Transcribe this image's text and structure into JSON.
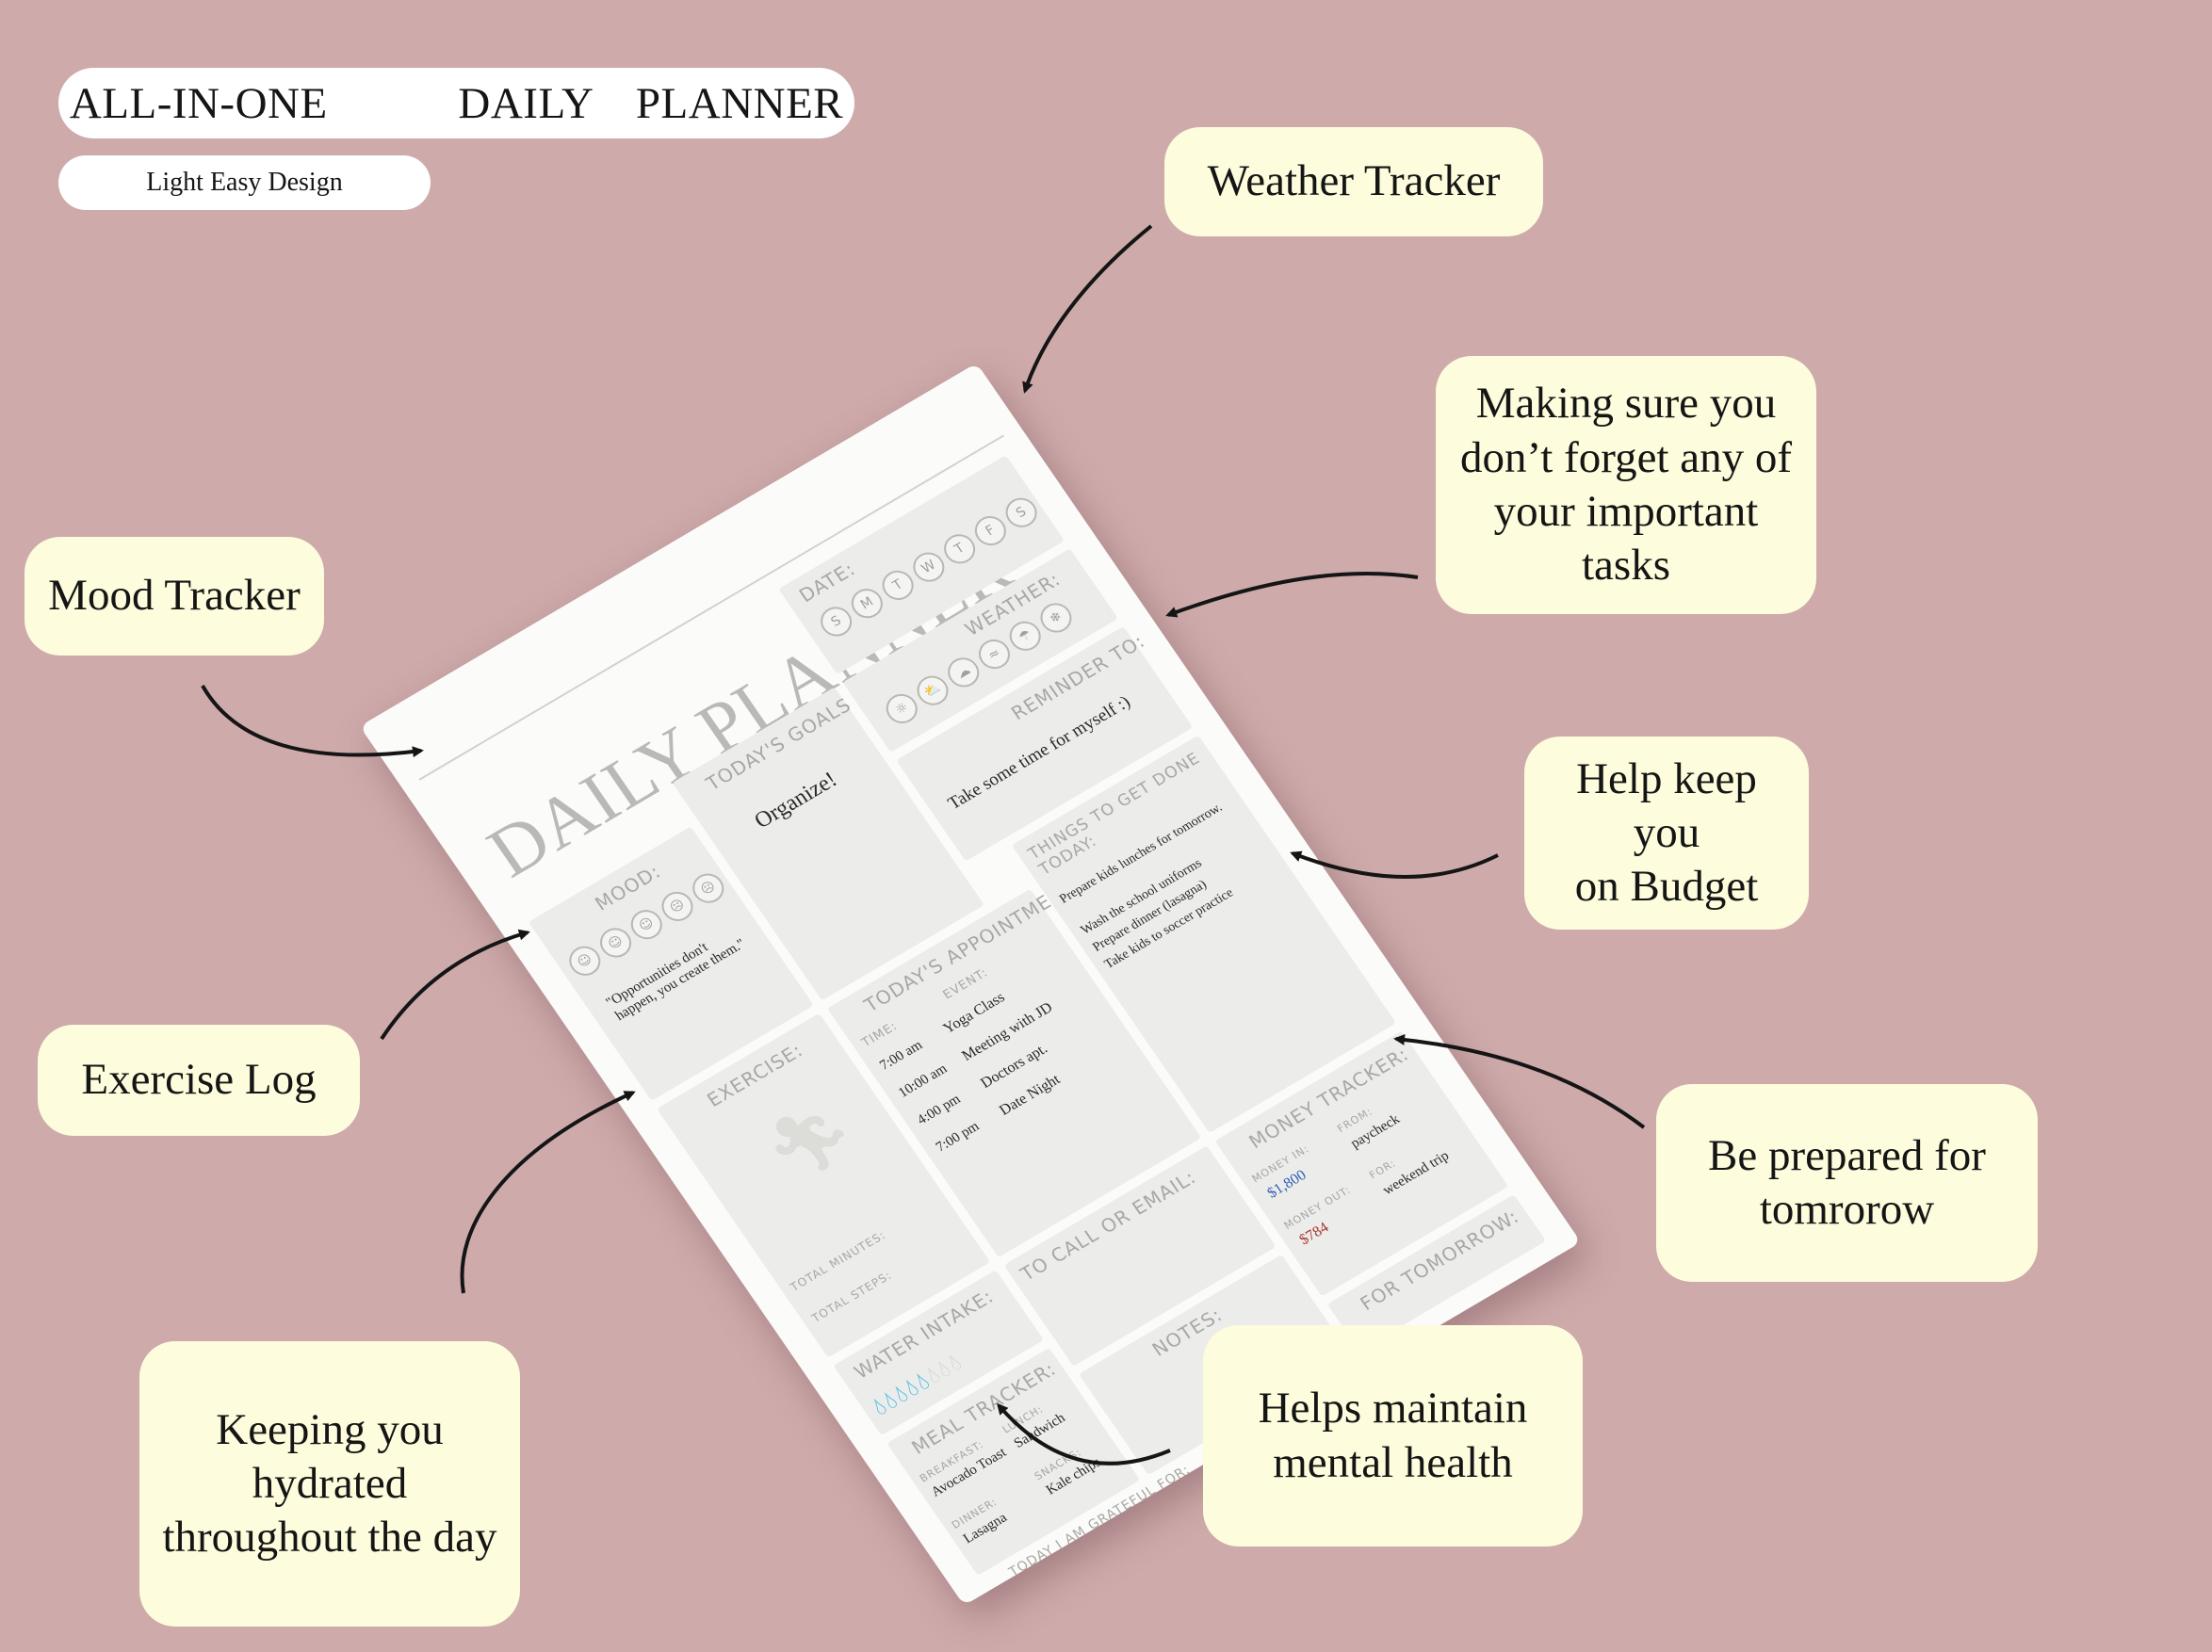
{
  "header": {
    "title": "ALL-IN-ONE   DAILY PLANNER",
    "subtitle": "Light Easy Design"
  },
  "callouts": {
    "weather": "Weather Tracker",
    "tasks": "Making sure you\ndon’t forget any of\nyour important tasks",
    "mood": "Mood Tracker",
    "budget": "Help keep you\non Budget",
    "exercise": "Exercise Log",
    "tomorrow": "Be prepared for\ntomrorow",
    "hydration": "Keeping you\nhydrated\nthroughout the day",
    "mental": "Helps maintain\nmental health"
  },
  "planner": {
    "title": "DAILY PLANNER",
    "date_label": "DATE:",
    "days": [
      "S",
      "M",
      "T",
      "W",
      "T",
      "F",
      "S"
    ],
    "weather_label": "WEATHER:",
    "mood_label": "MOOD:",
    "mood_quote": "\"Opportunities don't happen, you create them.\"",
    "goals_label": "TODAY'S GOALS",
    "goals_text": "Organize!",
    "reminder_label": "REMINDER TO:",
    "reminder_text": "Take some time for myself :)",
    "appointment_label": "TODAY'S APPOINTMENT:",
    "time_label": "TIME:",
    "event_label": "EVENT:",
    "appointments": [
      {
        "time": "7:00 am",
        "event": "Yoga Class"
      },
      {
        "time": "10:00 am",
        "event": "Meeting with JD"
      },
      {
        "time": "4:00 pm",
        "event": "Doctors apt."
      },
      {
        "time": "7:00 pm",
        "event": "Date Night"
      }
    ],
    "todo_label": "THINGS TO GET DONE TODAY:",
    "todos": [
      "Prepare kids lunches for tomorrow.",
      "Wash the school uniforms",
      "Prepare dinner (lasagna)",
      "Take kids to soccer practice"
    ],
    "exercise_label": "EXERCISE:",
    "total_minutes_label": "TOTAL MINUTES:",
    "total_steps_label": "TOTAL STEPS:",
    "money_label": "MONEY TRACKER:",
    "money_in_label": "MONEY IN:",
    "money_in": "$1,800",
    "from_label": "FROM:",
    "from_value": "paycheck",
    "money_out_label": "MONEY OUT:",
    "money_out": "$784",
    "for_label": "FOR:",
    "for_value": "weekend trip",
    "water_label": "WATER INTAKE:",
    "water_filled": 5,
    "water_total": 8,
    "call_label": "TO CALL OR EMAIL:",
    "tomorrow_label": "FOR TOMORROW:",
    "meal_label": "MEAL TRACKER:",
    "breakfast_label": "BREAKFAST:",
    "breakfast": "Avocado Toast",
    "lunch_label": "LUNCH:",
    "lunch": "Sandwich",
    "dinner_label": "DINNER:",
    "dinner": "Lasagna",
    "snacks_label": "SNACKS:",
    "snacks": "Kale chips",
    "notes_label": "NOTES:",
    "grateful_label": "TODAY I AM GRATEFUL FOR:"
  },
  "colors": {
    "background": "#ceaaab",
    "callout": "#fdfcdc",
    "water_drop": "#33b6e6",
    "money_in": "#2f5fb4",
    "money_out": "#a8342f"
  }
}
